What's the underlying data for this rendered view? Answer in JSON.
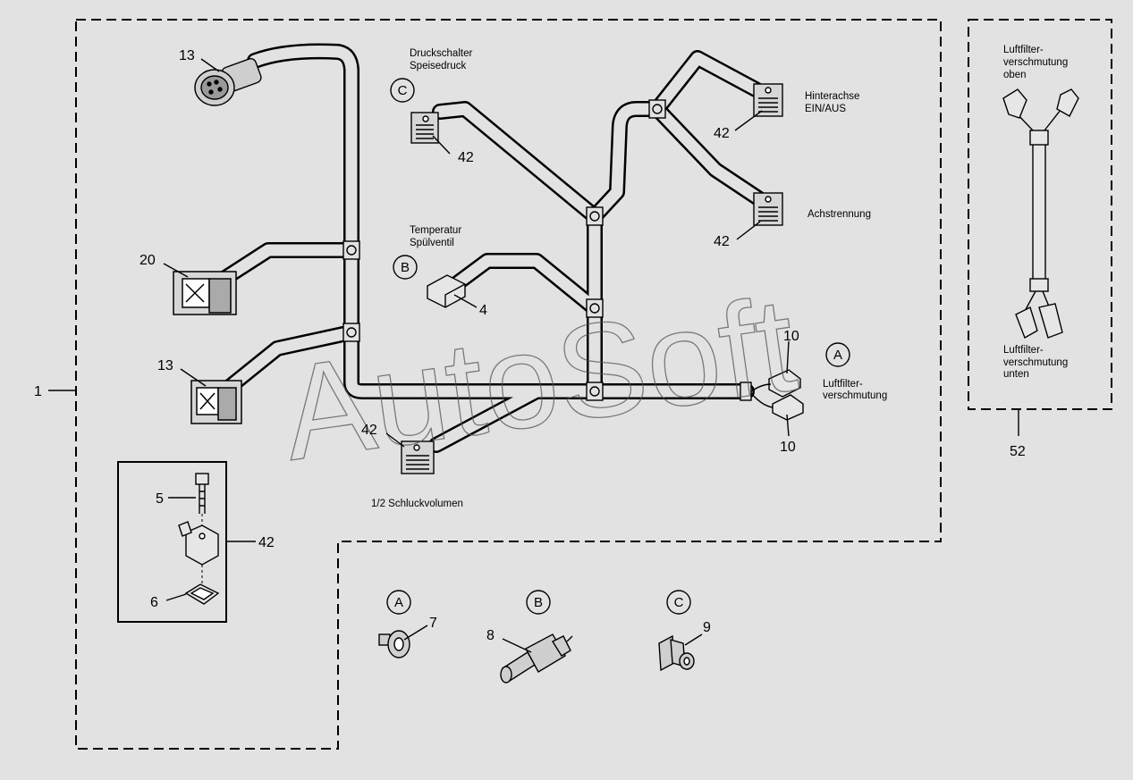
{
  "watermark": "AutoSoft",
  "callouts": {
    "c1": "1",
    "c13a": "13",
    "c20": "20",
    "c13b": "13",
    "c42a": "42",
    "c42b": "42",
    "c42c": "42",
    "c42d": "42",
    "c42e": "42",
    "c4": "4",
    "c10a": "10",
    "c10b": "10",
    "c5": "5",
    "c6": "6",
    "c7": "7",
    "c8": "8",
    "c9": "9",
    "c52": "52"
  },
  "markers": {
    "A": "A",
    "B": "B",
    "C": "C"
  },
  "labels": {
    "druckschalter_1": "Druckschalter",
    "druckschalter_2": "Speisedruck",
    "hinterachse_1": "Hinterachse",
    "hinterachse_2": "EIN/AUS",
    "achstrennung": "Achstrennung",
    "temperatur_1": "Temperatur",
    "temperatur_2": "Spülventil",
    "luftfilter_1": "Luftfilter-",
    "luftfilter_2": "verschmutung",
    "schluckvolumen": "1/2 Schluckvolumen",
    "oben_1": "Luftfilter-",
    "oben_2": "verschmutung",
    "oben_3": "oben",
    "unten_1": "Luftfilter-",
    "unten_2": "verschmutung",
    "unten_3": "unten"
  }
}
